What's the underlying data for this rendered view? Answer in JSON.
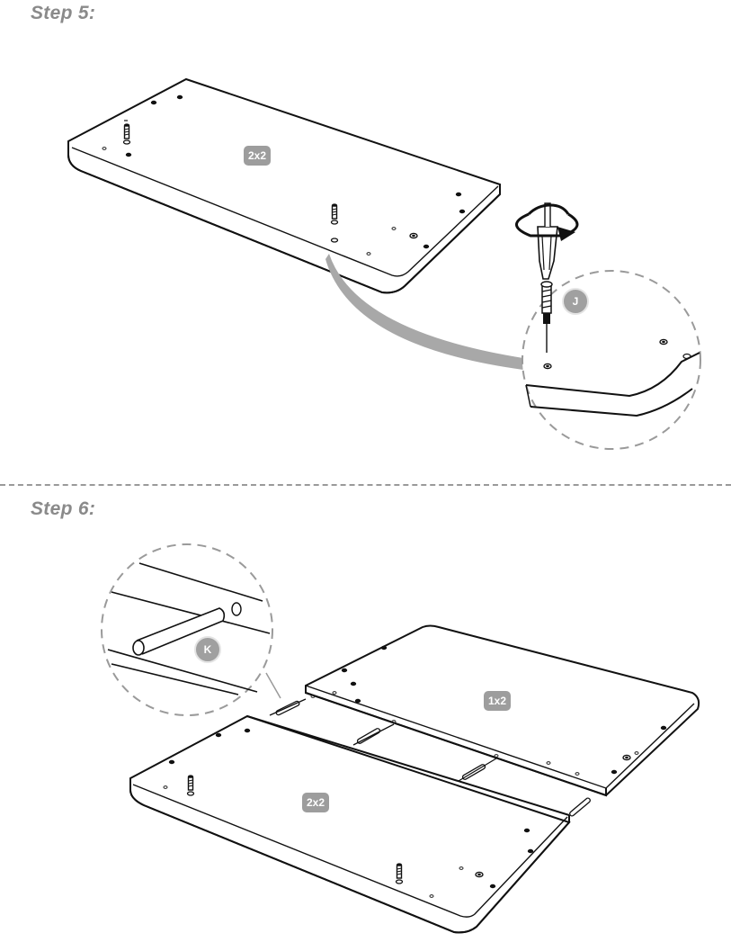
{
  "step5": {
    "title": "Step 5:",
    "panel_label": "2x2",
    "part_label": "J"
  },
  "step6": {
    "title": "Step 6:",
    "panel_left_label": "2x2",
    "panel_right_label": "1x2",
    "part_label": "K"
  }
}
